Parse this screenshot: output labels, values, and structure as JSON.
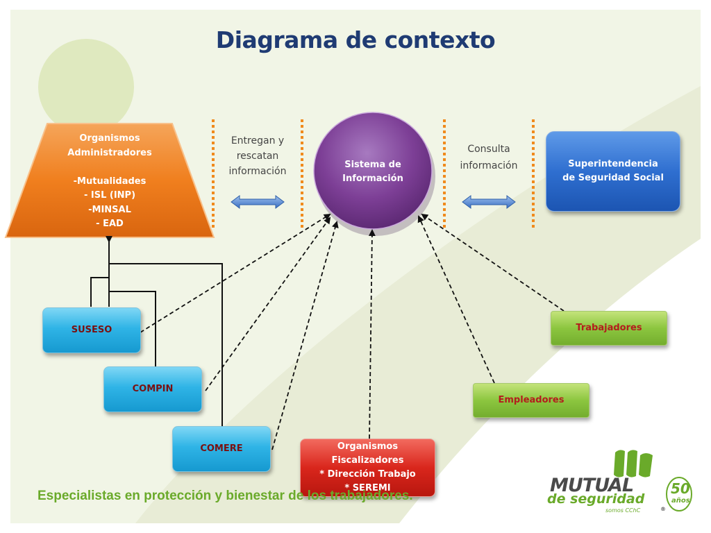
{
  "title": "Diagrama de contexto",
  "center": {
    "lines": [
      "Sistema de",
      "Información"
    ]
  },
  "organismos_administradores": {
    "heading": [
      "Organismos",
      "Administradores"
    ],
    "items": [
      "-Mutualidades",
      "- ISL (INP)",
      "-MINSAL",
      "- EAD"
    ]
  },
  "left_flow": {
    "label_lines": [
      "Entregan y",
      "rescatan",
      "información"
    ]
  },
  "right_flow": {
    "label_lines": [
      "Consulta",
      "información"
    ]
  },
  "superintendencia": {
    "lines": [
      "Superintendencia",
      "de Seguridad Social"
    ]
  },
  "actors": {
    "suseso": "SUSESO",
    "compin": "COMPIN",
    "comere": "COMERE",
    "trabajadores": "Trabajadores",
    "empleadores": "Empleadores",
    "fiscalizadores": [
      "Organismos",
      "Fiscalizadores",
      "* Dirección Trabajo",
      "* SEREMI"
    ]
  },
  "footer": "Especialistas en protección y bienestar de los trabajadores.",
  "logo": {
    "brand": "MUTUAL",
    "tagline": "de seguridad",
    "sub": "somos CChC",
    "anniversary_number": "50",
    "anniversary_word": "años",
    "registered": "®"
  },
  "colors": {
    "title": "#1f3b73",
    "cyan_box": "#2fb4e6",
    "green_box": "#8cc63f",
    "red_box": "#d9261c",
    "blue_box": "#2f6fd0",
    "purple_circle": "#7d3f96",
    "orange_trapezoid": "#f07f1e",
    "footer_text": "#6aaa2a"
  }
}
